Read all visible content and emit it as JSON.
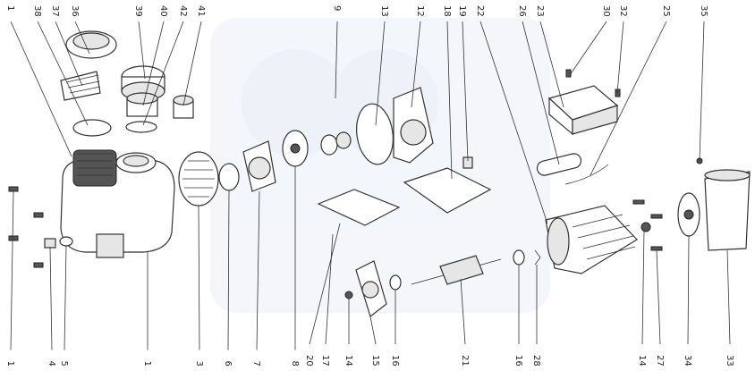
{
  "top_callouts": [
    "1",
    "38",
    "37",
    "36",
    "39",
    "40",
    "42",
    "41",
    "9",
    "13",
    "12",
    "18",
    "19",
    "22",
    "26",
    "23",
    "30",
    "32",
    "25",
    "35"
  ],
  "bottom_callouts": [
    "1",
    "4",
    "5",
    "1",
    "3",
    "6",
    "7",
    "8",
    "20",
    "17",
    "14",
    "15",
    "16",
    "21",
    "16",
    "28",
    "14",
    "27",
    "34",
    "33"
  ],
  "colors": {
    "line": "#333333",
    "watermark": "#c8d3e6"
  }
}
